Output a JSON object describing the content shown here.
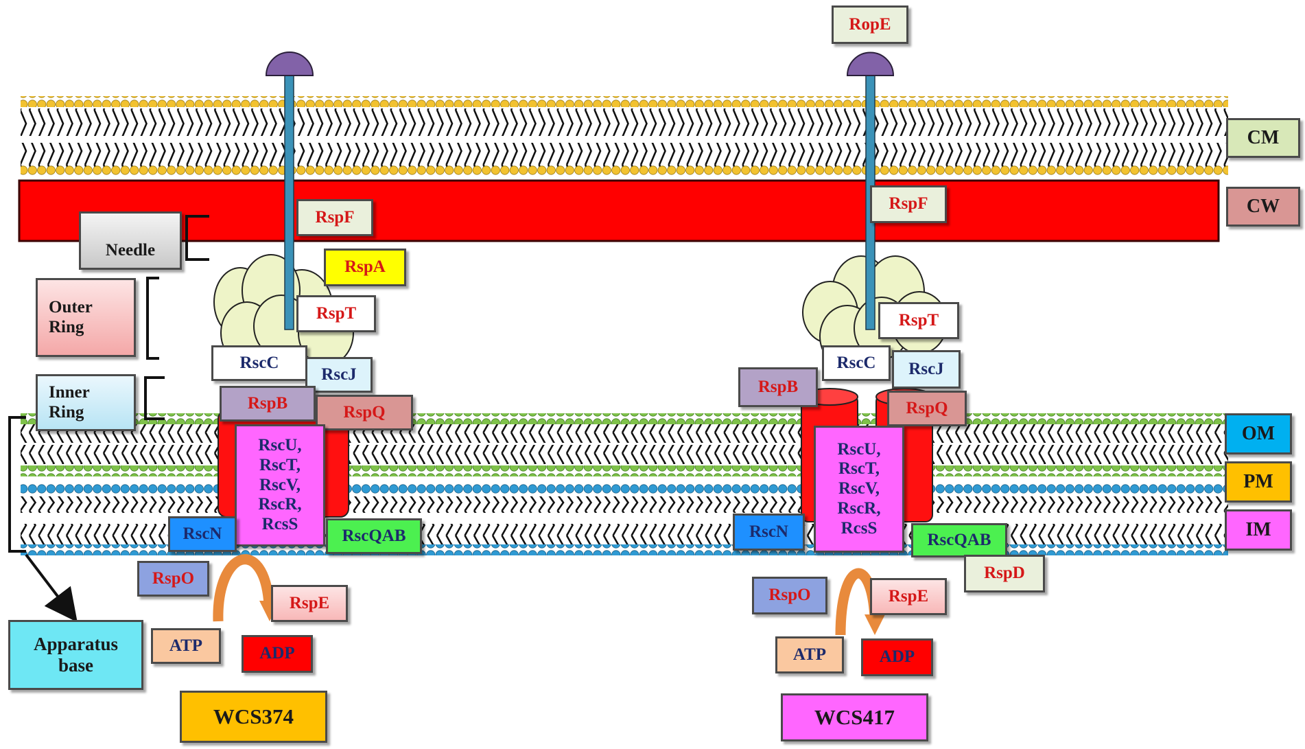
{
  "colors": {
    "cell_wall": "#ff0000",
    "head_lipid_top": "#f2c230",
    "head_lipid_green": "#7fc24a",
    "head_lipid_blue": "#2f9ad3",
    "needle": "#3b92b8",
    "tip": "#8262a8",
    "outer_ring": "#eef4c8",
    "channel": "#ff1010",
    "arrow": "#e88a3c"
  },
  "membrane_labels": {
    "cm": "CM",
    "cw": "CW",
    "om": "OM",
    "pm": "PM",
    "im": "IM"
  },
  "structure_labels": {
    "needle": "Needle",
    "outer_ring": "Outer\nRing",
    "inner_ring": "Inner\nRing",
    "apparatus_base": "Apparatus\nbase"
  },
  "strain1": {
    "name": "WCS374",
    "rspf": "RspF",
    "rspa": "RspA",
    "rspt": "RspT",
    "rscc": "RscC",
    "rscj": "RscJ",
    "rspb": "RspB",
    "rspq": "RspQ",
    "core": "RscU,\nRscT,\nRscV,\nRscR,\nRcsS",
    "rscn": "RscN",
    "rscqab": "RscQAB",
    "rspo": "RspO",
    "rspe": "RspE",
    "atp": "ATP",
    "adp": "ADP"
  },
  "strain2": {
    "name": "WCS417",
    "rope": "RopE",
    "rspf": "RspF",
    "rspt": "RspT",
    "rscc": "RscC",
    "rscj": "RscJ",
    "rspb": "RspB",
    "rspq": "RspQ",
    "core": "RscU,\nRscT,\nRscV,\nRscR,\nRcsS",
    "rscn": "RscN",
    "rscqab": "RscQAB",
    "rspd": "RspD",
    "rspo": "RspO",
    "rspe": "RspE",
    "atp": "ATP",
    "adp": "ADP"
  }
}
